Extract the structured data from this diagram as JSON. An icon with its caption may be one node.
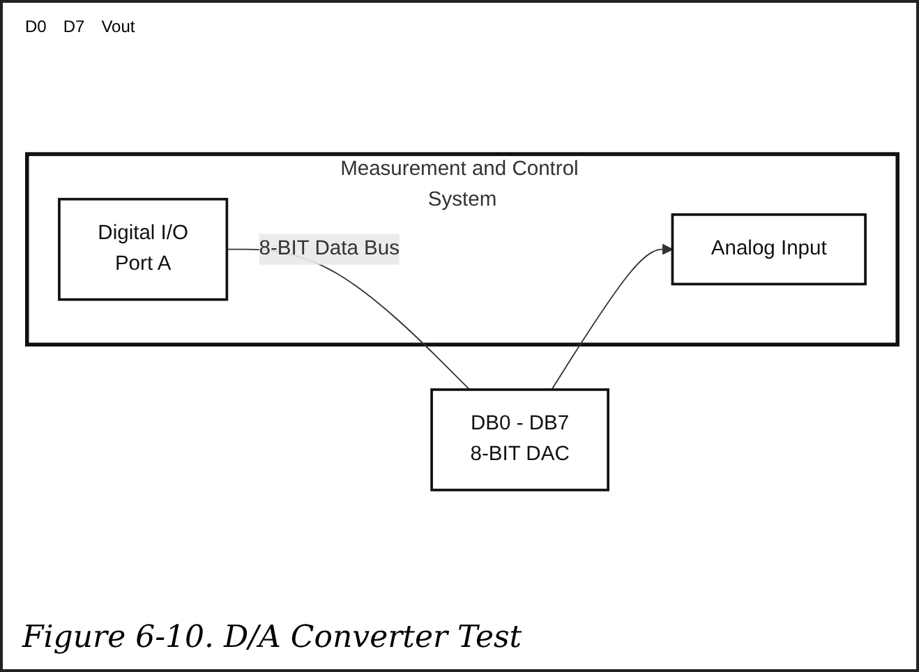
{
  "diagram": {
    "caption": "Figure 6-10. D/A Converter Test",
    "nodes": [
      {
        "text": [
          "Measurement and Control System"
        ]
      },
      {
        "text": [
          "Digital I/O",
          "Port A"
        ],
        "in": 0
      },
      {
        "text": [
          "Analog Input"
        ],
        "in": 0
      },
      {
        "text": [
          "DB0 - DB7",
          "8-BIT DAC"
        ]
      }
    ],
    "edges": [
      {
        "from": 1,
        "to": 3,
        "arrow": "none",
        "label": "8-BIT Data Bus"
      },
      {
        "from": 3,
        "to": 2,
        "arrow": "to"
      }
    ],
    "labels": [
      "D0",
      "D7",
      "Vout"
    ]
  }
}
